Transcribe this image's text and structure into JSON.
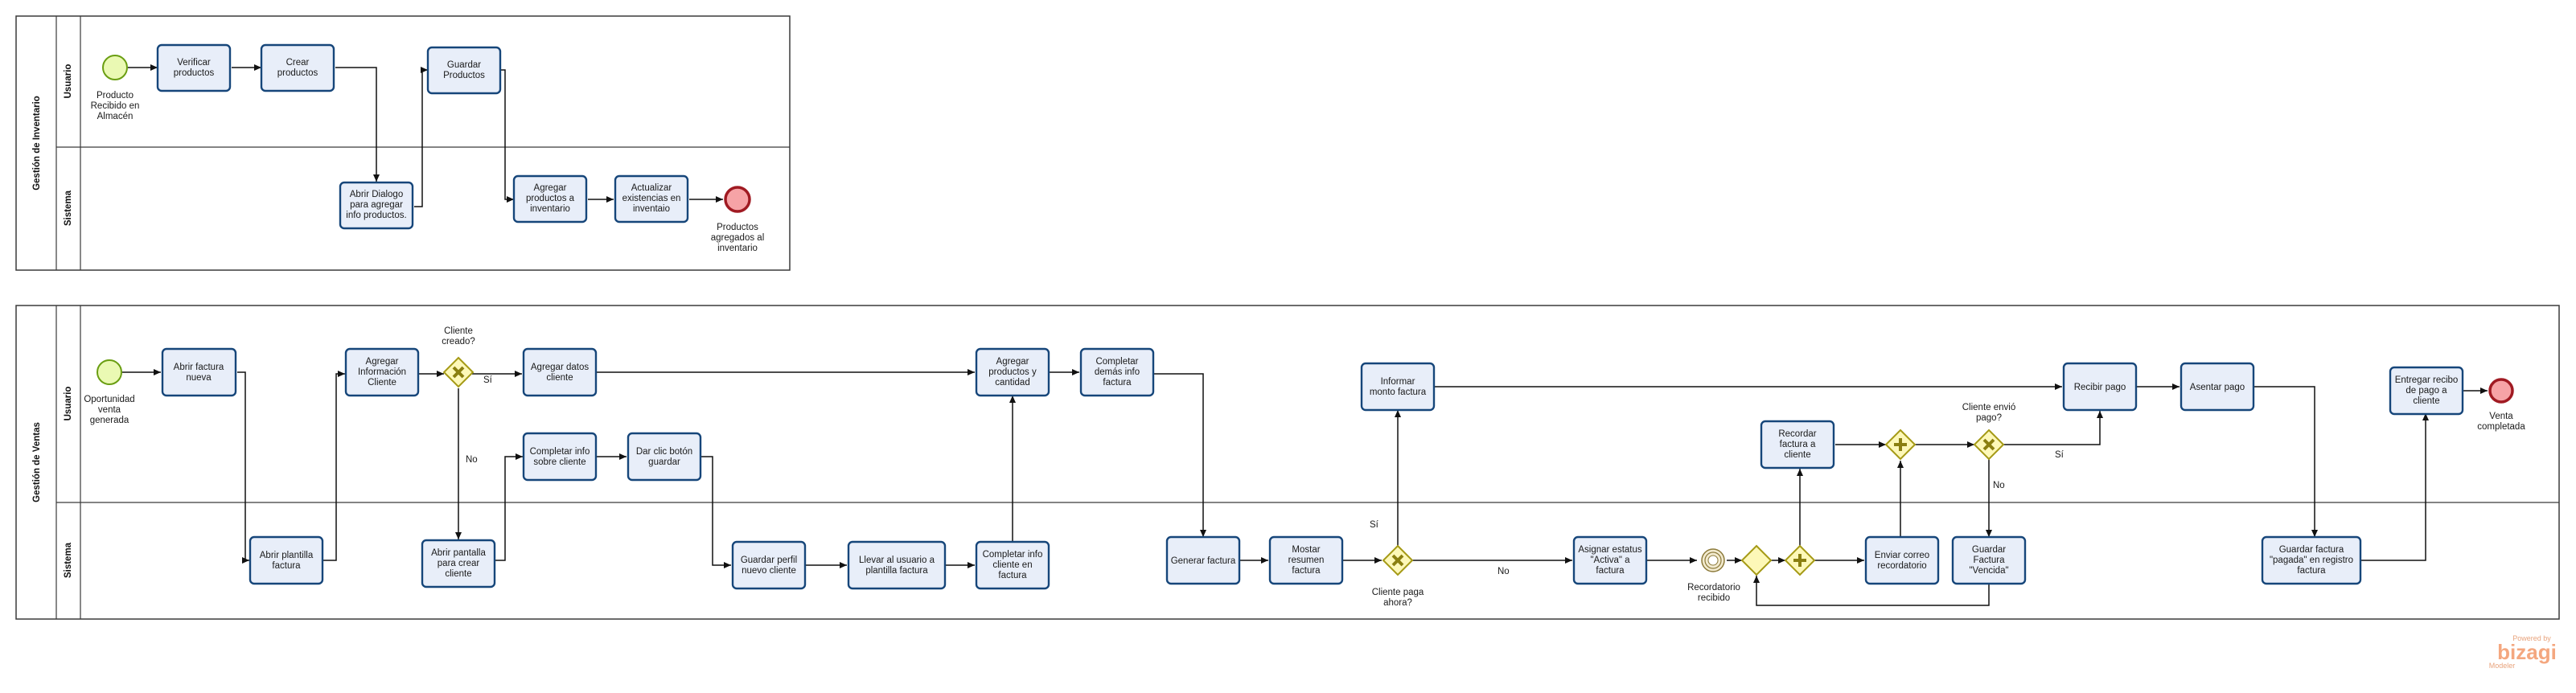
{
  "pool_inventario": {
    "title": "Gestión de Inventario",
    "lane_usuario": "Usuario",
    "lane_sistema": "Sistema",
    "start_label": [
      "Producto",
      "Recibido en",
      "Almacén"
    ],
    "end_label": [
      "Productos",
      "agregados al",
      "inventario"
    ],
    "tasks": {
      "verificar": [
        "Verificar",
        "productos"
      ],
      "crear": [
        "Crear",
        "productos"
      ],
      "guardar": [
        "Guardar",
        "Productos"
      ],
      "abrir_dialogo": [
        "Abrir Dialogo",
        "para agregar",
        "info productos."
      ],
      "agregar_inv": [
        "Agregar",
        "productos a",
        "inventario"
      ],
      "actualizar": [
        "Actualizar",
        "existencias en",
        "inventaio"
      ]
    }
  },
  "pool_ventas": {
    "title": "Gestión de Ventas",
    "lane_usuario": "Usuario",
    "lane_sistema": "Sistema",
    "start_label": [
      "Oportunidad",
      "venta",
      "generada"
    ],
    "end_label": [
      "Venta",
      "completada"
    ],
    "tasks": {
      "abrir_factura": [
        "Abrir factura",
        "nueva"
      ],
      "agregar_info": [
        "Agregar",
        "Información",
        "Cliente"
      ],
      "agregar_datos": [
        "Agregar datos",
        "cliente"
      ],
      "agregar_productos": [
        "Agregar",
        "productos y",
        "cantidad"
      ],
      "completar_demas": [
        "Completar",
        "demás info",
        "factura"
      ],
      "informar_monto": [
        "Informar",
        "monto factura"
      ],
      "recordar": [
        "Recordar",
        "factura a",
        "cliente"
      ],
      "recibir_pago": [
        "Recibir pago"
      ],
      "asentar_pago": [
        "Asentar pago"
      ],
      "entregar_recibo": [
        "Entregar recibo",
        "de pago a",
        "cliente"
      ],
      "completar_info_cliente": [
        "Completar info",
        "sobre cliente"
      ],
      "dar_clic": [
        "Dar clic botón",
        "guardar"
      ],
      "abrir_plantilla": [
        "Abrir plantilla",
        "factura"
      ],
      "abrir_pantalla": [
        "Abrir  pantalla",
        "para crear",
        "cliente"
      ],
      "guardar_perfil": [
        "Guardar perfil",
        "nuevo cliente"
      ],
      "llevar": [
        "Llevar al usuario a",
        "plantilla factura"
      ],
      "completar_cliente_factura": [
        "Completar info",
        "cliente en",
        "factura"
      ],
      "generar_factura": [
        "Generar factura"
      ],
      "mostrar_resumen": [
        "Mostar",
        "resumen",
        "factura"
      ],
      "asignar_estatus": [
        "Asignar estatus",
        "\"Activa\" a",
        "factura"
      ],
      "enviar_correo": [
        "Enviar correo",
        "recordatorio"
      ],
      "guardar_vencida": [
        "Guardar",
        "Factura",
        "\"Vencida\""
      ],
      "guardar_pagada": [
        "Guardar factura",
        "\"pagada\" en registro",
        "factura"
      ]
    },
    "gateways": {
      "cliente_creado": [
        "Cliente",
        "creado?"
      ],
      "cliente_paga": [
        "Cliente  paga",
        "ahora?"
      ],
      "cliente_envio": [
        "Cliente envió",
        "pago?"
      ]
    },
    "event_recordatorio": [
      "Recordatorio",
      "recibido"
    ],
    "flow_labels": {
      "si_1": "Sí",
      "no_1": "No",
      "si_2": "Sí",
      "no_2": "No",
      "si_3": "Sí",
      "no_3": "No"
    }
  },
  "logo": {
    "powered": "Powered by",
    "brand": "bizagi",
    "product": "Modeler"
  }
}
